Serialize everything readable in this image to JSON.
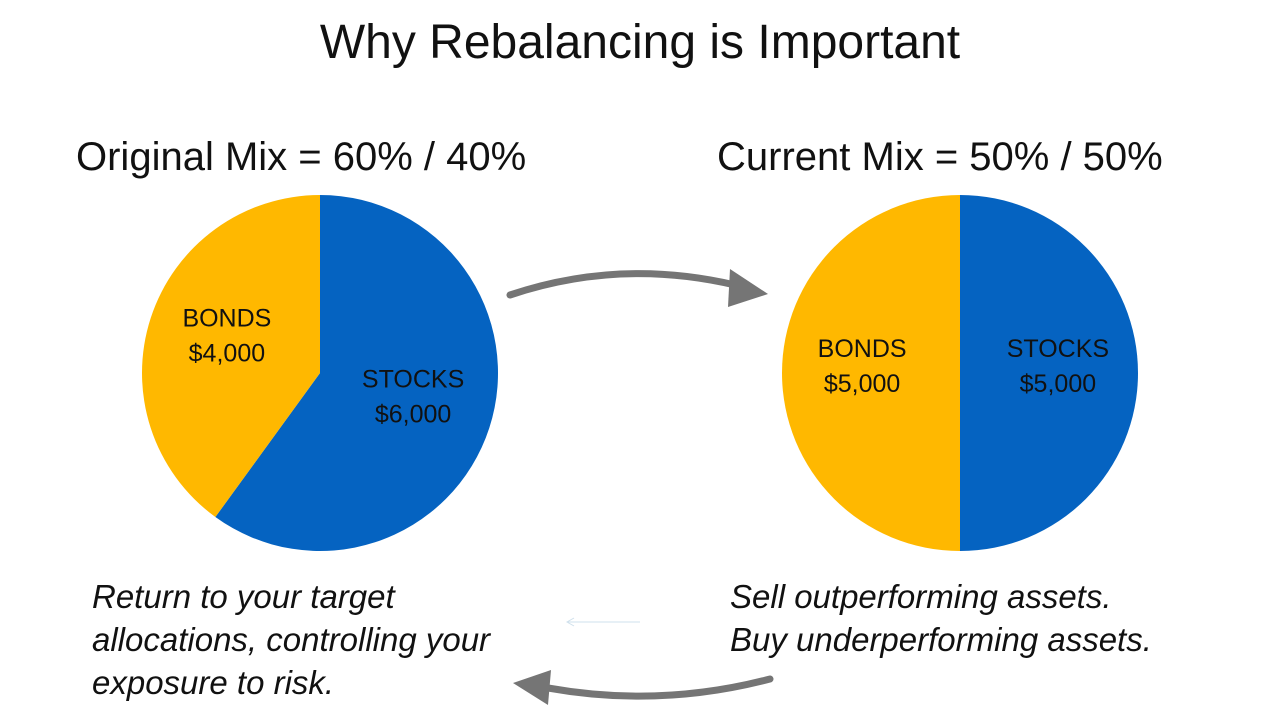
{
  "title": "Why Rebalancing is Important",
  "colors": {
    "stocks": "#0563C1",
    "bonds": "#FFB800",
    "arrow": "#757575"
  },
  "chart_data": [
    {
      "type": "pie",
      "title": "Original Mix = 60% / 40%",
      "slices": [
        {
          "label": "STOCKS",
          "value_text": "$6,000",
          "value": 6000,
          "percent": 60,
          "color": "#0563C1"
        },
        {
          "label": "BONDS",
          "value_text": "$4,000",
          "value": 4000,
          "percent": 40,
          "color": "#FFB800"
        }
      ]
    },
    {
      "type": "pie",
      "title": "Current Mix = 50% / 50%",
      "slices": [
        {
          "label": "STOCKS",
          "value_text": "$5,000",
          "value": 5000,
          "percent": 50,
          "color": "#0563C1"
        },
        {
          "label": "BONDS",
          "value_text": "$5,000",
          "value": 5000,
          "percent": 50,
          "color": "#FFB800"
        }
      ]
    }
  ],
  "captions": {
    "left": [
      "Return to your target",
      "allocations, controlling your",
      "exposure to risk."
    ],
    "right": [
      "Sell outperforming assets.",
      "Buy underperforming assets."
    ]
  }
}
